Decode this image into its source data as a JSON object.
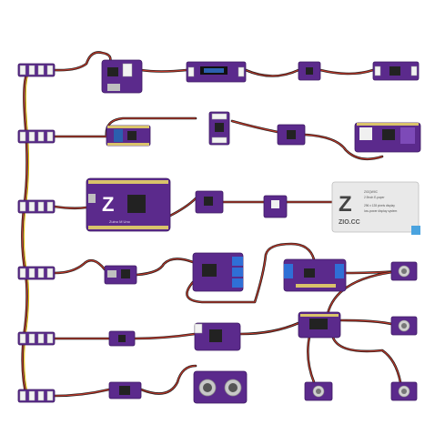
{
  "scene": {
    "colors": {
      "board": "#5b2a8c",
      "cable_black": "#1a1a1a",
      "cable_red": "#c0392b",
      "cable_yellow": "#e6b800",
      "epaper_bg": "#e9e9e9",
      "terminal_blue": "#2f6fd6"
    }
  },
  "epaper": {
    "brand": "ZIO.CC",
    "line1": "ZIOQWIIC",
    "line2": "2.9inch E-paper",
    "line3": "296 x 128 pixels display",
    "line4": "low-power display system"
  },
  "uno": {
    "label": "Zuino M Uno"
  }
}
